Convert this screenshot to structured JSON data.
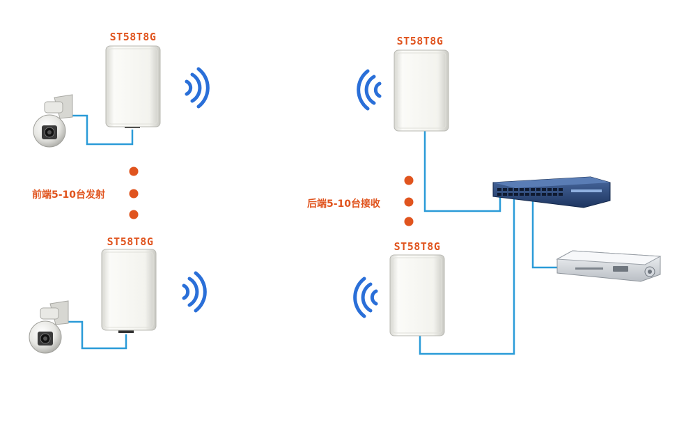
{
  "colors": {
    "accent": "#e0541e",
    "cable": "#2a9bd8",
    "signal": "#2a6fd8",
    "panel": "#f2f2ee",
    "switch": "#2f4f86",
    "nvr": "#e3e6ea"
  },
  "icons": [
    "camera-icon",
    "antenna-panel-icon",
    "wifi-signal-icon",
    "network-switch-icon",
    "nvr-recorder-icon"
  ],
  "antennas": [
    {
      "model": "ST58T8G"
    },
    {
      "model": "ST58T8G"
    },
    {
      "model": "ST58T8G"
    },
    {
      "model": "ST58T8G"
    }
  ],
  "front_label": "前端5-10台发射",
  "back_label": "后端5-10台接收"
}
